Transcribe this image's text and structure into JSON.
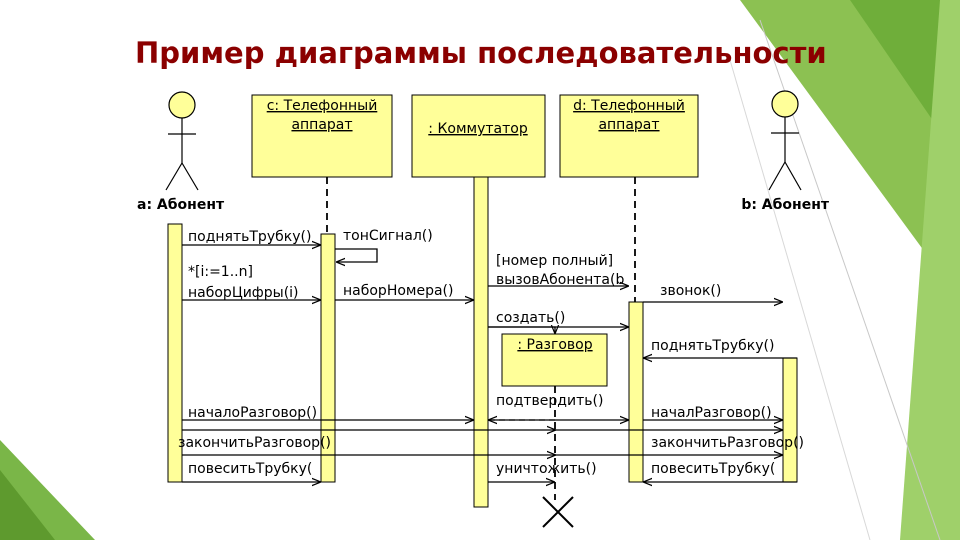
{
  "title": "Пример диаграммы последовательности",
  "colors": {
    "box_fill": "#ffff99",
    "title": "#8b0000",
    "accent_green": "#7ab648",
    "text": "#000000"
  },
  "objects": {
    "phone_c": [
      "c: Телефонный",
      "аппарат"
    ],
    "switch": ": Коммутатор",
    "phone_d": [
      "d: Телефонный",
      "аппарат"
    ],
    "conversation": ": Разговор"
  },
  "actors": {
    "a": "a: Абонент",
    "b": "b: Абонент"
  },
  "messages": {
    "pick_up_a": "поднятьТрубку()",
    "dial_tone": "тонСигнал()",
    "loop_1": "*[i:=1..n]",
    "loop_2": "наборЦифры(i)",
    "dial_number": "наборНомера()",
    "number_full_1": "[номер полный]",
    "number_full_2": "вызовАбонента(b",
    "ring": "звонок()",
    "create": "создать()",
    "pick_up_b": "поднятьТрубку()",
    "start_talk_a": "началоРазговор()",
    "confirm": "подтвердить()",
    "start_talk_b": "началРазговор()",
    "end_talk_a": "закончитьРазговор()",
    "end_talk_b": "закончитьРазговор()",
    "hang_up_a": "повеситьТрубку(",
    "destroy": "уничтожить()",
    "hang_up_b": "повеситьТрубку("
  }
}
